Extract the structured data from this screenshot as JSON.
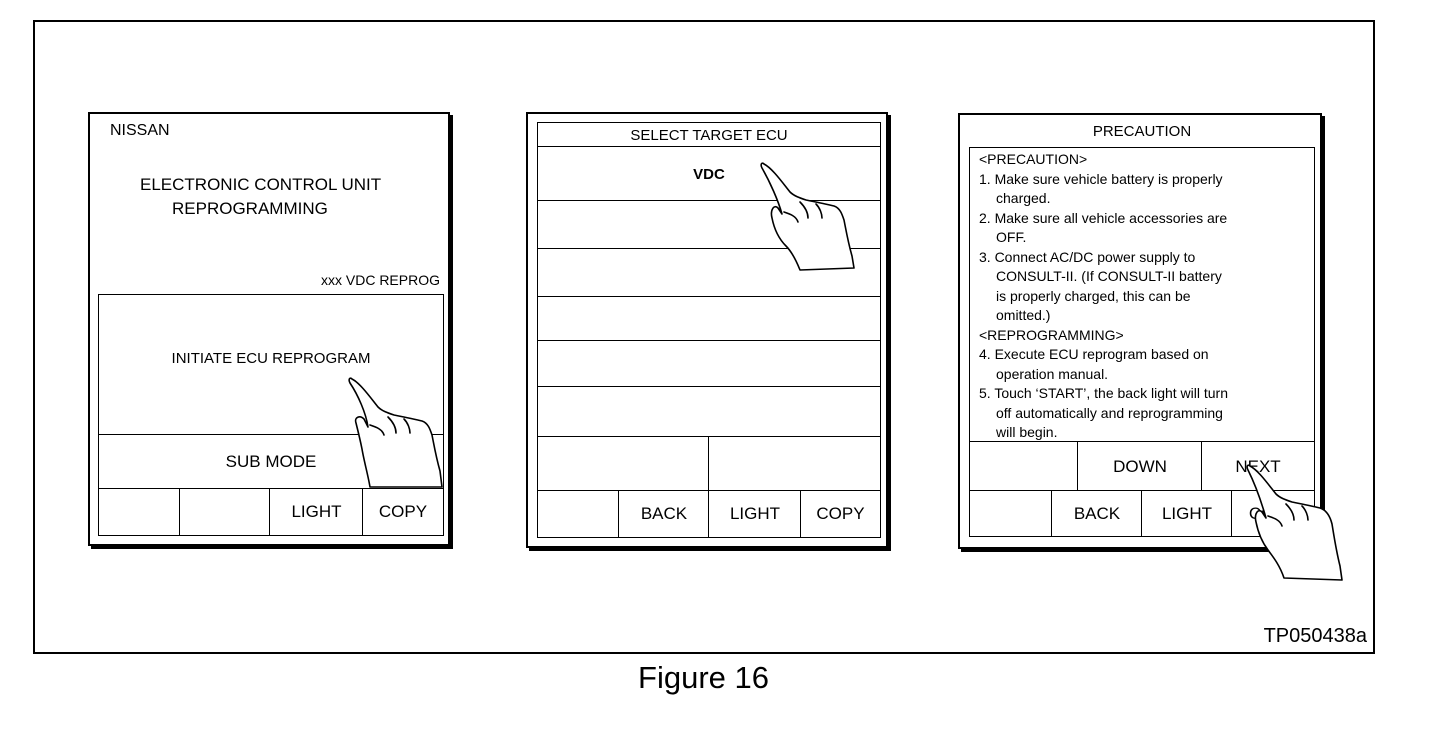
{
  "figure": {
    "caption": "Figure 16",
    "code": "TP050438a"
  },
  "screen1": {
    "brand": "NISSAN",
    "title_line1": "ELECTRONIC CONTROL UNIT",
    "title_line2": "REPROGRAMMING",
    "mode": "xxx VDC REPROG",
    "initiate_label": "INITIATE ECU REPROGRAM",
    "submode_label": "SUB MODE",
    "light_label": "LIGHT",
    "copy_label": "COPY"
  },
  "screen2": {
    "header": "SELECT TARGET ECU",
    "item_vdc": "VDC",
    "back_label": "BACK",
    "light_label": "LIGHT",
    "copy_label": "COPY"
  },
  "screen3": {
    "header": "PRECAUTION",
    "lines": [
      "<PRECAUTION>",
      "1. Make sure vehicle battery is properly",
      "charged.",
      "2. Make sure all vehicle accessories are",
      "OFF.",
      "3. Connect AC/DC power supply to",
      "CONSULT-II. (If CONSULT-II battery",
      "is properly charged, this can be",
      "omitted.)",
      "<REPROGRAMMING>",
      "4. Execute ECU reprogram based on",
      "operation manual.",
      "5. Touch ‘START’, the back light will turn",
      "off automatically and reprogramming",
      "will begin."
    ],
    "down_label": "DOWN",
    "next_label": "NEXT",
    "back_label": "BACK",
    "light_label": "LIGHT",
    "copy_label": "COPY"
  }
}
